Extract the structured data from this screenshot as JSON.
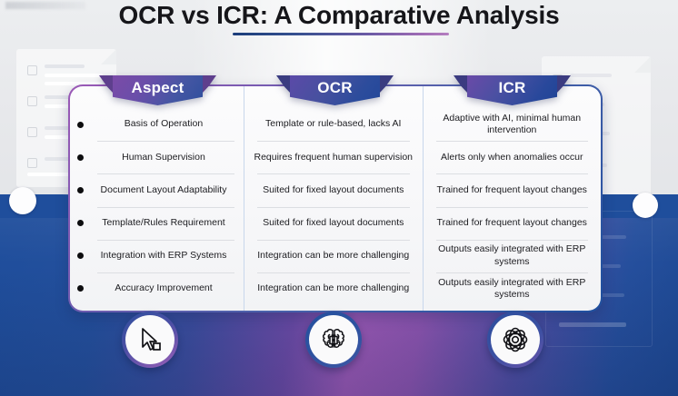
{
  "page": {
    "title": "OCR vs ICR: A Comparative Analysis",
    "accent_purple": "#9b59b6",
    "accent_blue": "#1f4e9c",
    "band_color": "#1f4e9c"
  },
  "columns": [
    {
      "id": "aspect",
      "header": "Aspect"
    },
    {
      "id": "ocr",
      "header": "OCR"
    },
    {
      "id": "icr",
      "header": "ICR"
    }
  ],
  "table": {
    "aspect": [
      "Basis of Operation",
      "Human Supervision",
      "Document Layout Adaptability",
      "Template/Rules Requirement",
      "Integration with ERP Systems",
      "Accuracy Improvement"
    ],
    "ocr": [
      "Template or rule-based, lacks AI",
      "Requires frequent human supervision",
      "Suited for fixed layout documents",
      "Suited for fixed layout documents",
      "Integration can be more challenging",
      "Integration can be more challenging"
    ],
    "icr": [
      "Adaptive with AI, minimal human intervention",
      "Alerts only when anomalies occur",
      "Trained for frequent layout changes",
      "Trained for frequent layout changes",
      "Outputs easily integrated with ERP systems",
      "Outputs easily integrated with ERP systems"
    ]
  },
  "badges": [
    {
      "id": "cursor",
      "icon": "cursor-pointer-icon"
    },
    {
      "id": "ai-brain",
      "icon": "brain-chip-icon"
    },
    {
      "id": "neural",
      "icon": "atom-icon"
    }
  ]
}
